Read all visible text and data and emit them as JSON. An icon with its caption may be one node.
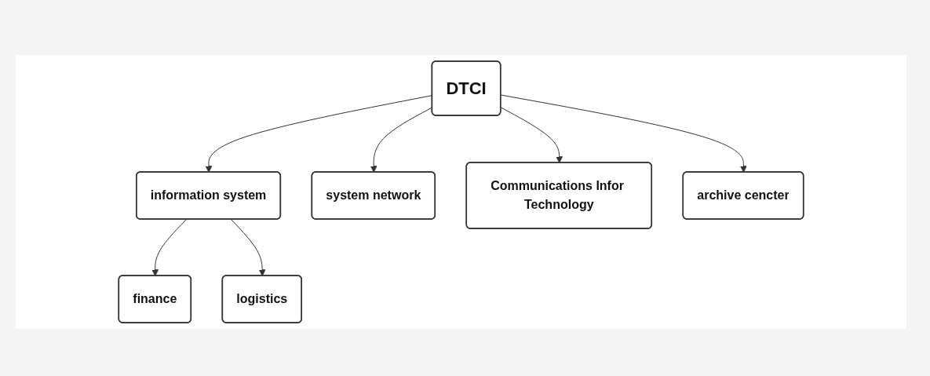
{
  "diagram": {
    "nodes": [
      {
        "text": [
          "DTCI"
        ]
      },
      {
        "text": [
          "information system"
        ]
      },
      {
        "text": [
          "system network"
        ]
      },
      {
        "text": [
          "Communications Infor Technology"
        ]
      },
      {
        "text": [
          "archive cencter"
        ]
      },
      {
        "text": [
          "finance"
        ]
      },
      {
        "text": [
          "logistics"
        ]
      }
    ],
    "edges": [
      {
        "from": 0,
        "to": 1,
        "arrow": "to"
      },
      {
        "from": 0,
        "to": 2,
        "arrow": "to"
      },
      {
        "from": 0,
        "to": 3,
        "arrow": "to"
      },
      {
        "from": 0,
        "to": 4,
        "arrow": "to"
      },
      {
        "from": 1,
        "to": 5,
        "arrow": "to"
      },
      {
        "from": 1,
        "to": 6,
        "arrow": "to"
      }
    ]
  }
}
